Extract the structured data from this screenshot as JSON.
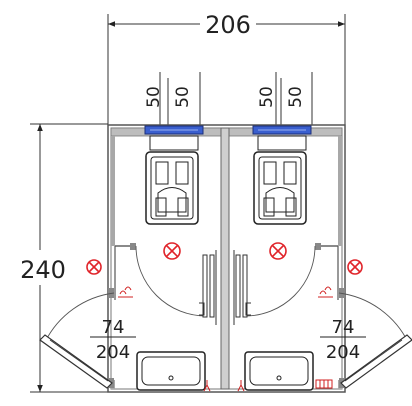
{
  "drawing": {
    "overall_width_label": "206",
    "overall_height_label": "240",
    "left_stall": {
      "clearance_a": "50",
      "clearance_b": "50",
      "door_fraction_top": "74",
      "door_fraction_bottom": "204"
    },
    "right_stall": {
      "clearance_a": "50",
      "clearance_b": "50",
      "door_fraction_top": "74",
      "door_fraction_bottom": "204"
    }
  },
  "colors": {
    "line": "#222222",
    "prohibition_red": "#e0242a",
    "fixture_blue": "#3a5fcf",
    "wall_gray": "#8f8f8f",
    "fitting_red": "#d02020"
  }
}
